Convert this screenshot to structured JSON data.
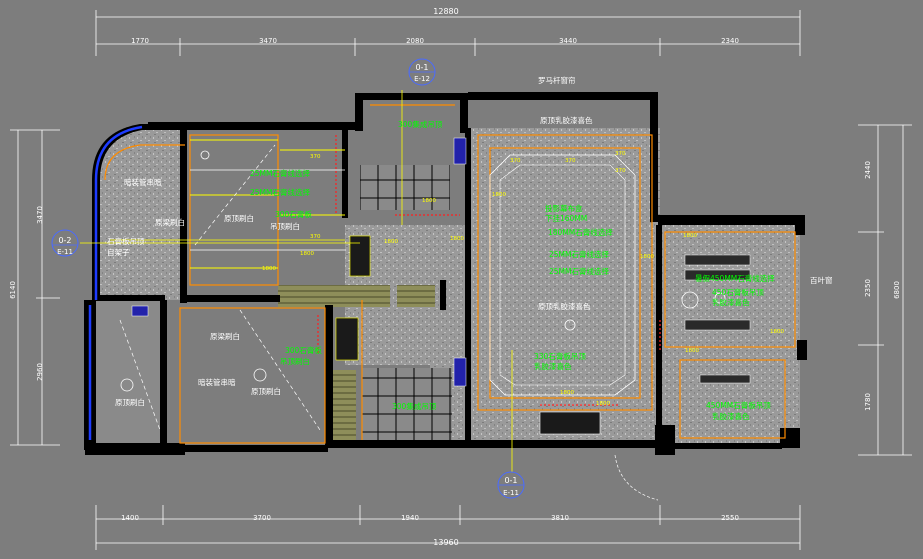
{
  "colors": {
    "background": "#7d7d7d",
    "wall": "#000000",
    "dimension": "#ffffff",
    "label_yellow": "#ffff00",
    "label_green": "#00ff00",
    "callout_red": "#ff2020",
    "outline_orange": "#ff8c00",
    "callout_blue": "#4a6bff",
    "glazing_blue": "#1e3cff",
    "text_white": "#ffffff"
  },
  "dimensions": {
    "top_total": "12880",
    "top_segments": [
      "1770",
      "3470",
      "2080",
      "3440",
      "2340"
    ],
    "bottom_total": "13960",
    "bottom_segments": [
      "1400",
      "3700",
      "1940",
      "3810",
      "2550"
    ],
    "left_total": "6140",
    "left_segments": [
      "3470",
      "2960"
    ],
    "right_total": "6800",
    "right_segments": [
      "2440",
      "2350",
      "1780"
    ]
  },
  "callouts": [
    {
      "number": "0-1",
      "sheet": "E-12"
    },
    {
      "number": "0-2",
      "sheet": "E-11"
    },
    {
      "number": "0-1",
      "sheet": "E-11"
    }
  ],
  "labels": {
    "roman_rod": "罗马杆窗帘",
    "ceiling_paint_top": "原顶乳胶漆喜色",
    "integrated_ceiling_top": "300集成吊顶",
    "gypsum_line_1": "25MM石膏线选择",
    "gypsum_line_2": "25MM石膏线选择",
    "gypsum_board_left": "300石膏板",
    "ceiling_brush_board": "吊顶刷白",
    "insulated_pipe_top": "暗装管串暗",
    "beam_brush_left": "原梁刷白",
    "ceiling_brush_left": "原顶刷白",
    "gypsum_board_ceiling": "石膏板吊顶",
    "gypsum_board_ceiling_2": "自架子",
    "projector_curtain": "投影幕布盒",
    "projector_size": "下挂160MM",
    "mm180_line": "180MM石膏线选择",
    "gypsum_line_3": "25MM石膏线选择",
    "gypsum_line_4": "25MM石膏线选择",
    "ceiling_paint_mid": "原顶乳胶漆喜色",
    "gypsum_board_bottom": "330石膏板吊顶",
    "gypsum_board_bottom_2": "乳胶漆喜色",
    "beam_brush_mid": "原梁刷白",
    "insulated_pipe_bottom": "暗装管串暗",
    "ceiling_brush_mid": "原顶刷白",
    "ceiling_brush_bottom_left": "原顶刷白",
    "gypsum_board_mid": "300石膏板",
    "gypsum_board_mid_2": "吊顶刷白",
    "integrated_ceiling_bottom": "300集成吊顶",
    "right_gypsum_1": "暑假450MM石膏线选择",
    "right_gypsum_2": "450石膏板吊顶",
    "right_gypsum_3": "乳胶漆喜色",
    "blinds": "百叶窗",
    "right_gypsum_4": "450MM石膏板吊顶",
    "right_gypsum_5": "乳胶漆喜色"
  },
  "elevations": [
    "370",
    "370",
    "370",
    "370",
    "370",
    "370",
    "1800",
    "1800",
    "1800",
    "1800",
    "1800",
    "1800",
    "1800",
    "1800",
    "1800",
    "1800",
    "1800",
    "1800"
  ]
}
